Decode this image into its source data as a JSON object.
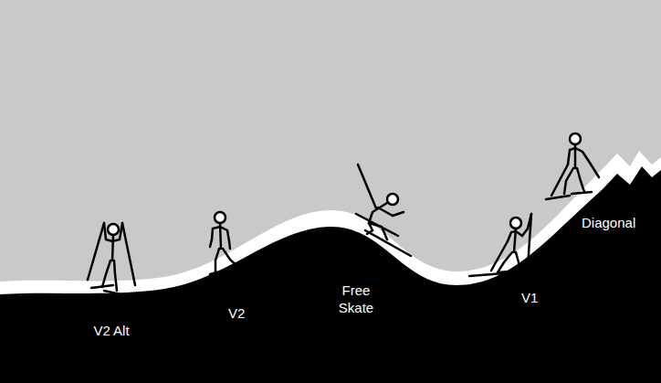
{
  "diagram": {
    "labels": [
      "V2 Alt",
      "V2",
      "Free Skate",
      "V1",
      "Diagonal"
    ]
  }
}
